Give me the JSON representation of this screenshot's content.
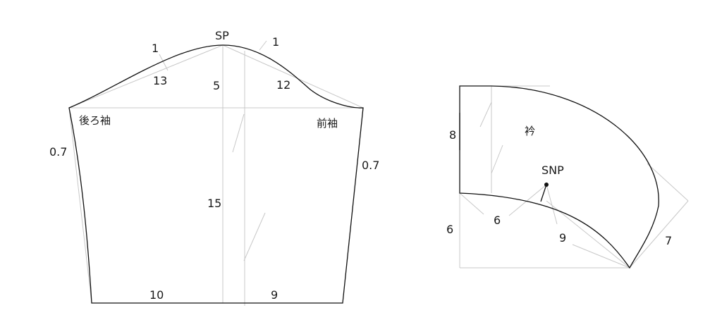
{
  "colors": {
    "outline": "#111111",
    "guide": "#c8c8c8",
    "text": "#1a1a1a"
  },
  "sleeve": {
    "sp": "SP",
    "ease_back": "1",
    "ease_front": "1",
    "back_diag": "13",
    "front_diag": "12",
    "cap_height": "5",
    "back_sleeve": "後ろ袖",
    "front_sleeve": "前袖",
    "back_taper": "0.7",
    "front_taper": "0.7",
    "under_length": "15",
    "hem_back": "10",
    "hem_front": "9"
  },
  "collar": {
    "name": "衿",
    "snp": "SNP",
    "back_height": "8",
    "stand_height": "6",
    "neck_back": "6",
    "neck_front": "9",
    "tip_width": "7"
  }
}
